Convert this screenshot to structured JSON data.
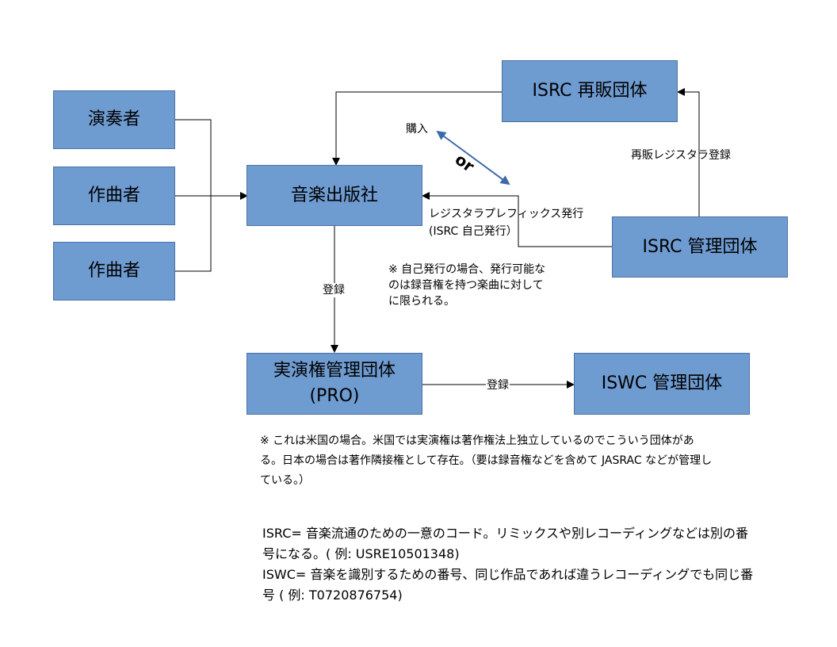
{
  "boxes": {
    "performer": "演奏者",
    "composer1": "作曲者",
    "composer2": "作曲者",
    "publisher": "音楽出版社",
    "isrc_reseller": "ISRC 再販団体",
    "isrc_admin": "ISRC 管理団体",
    "pro_line1": "実演権管理団体",
    "pro_line2": "(PRO)",
    "iswc_admin": "ISWC 管理団体"
  },
  "labels": {
    "purchase": "購入",
    "or": "or",
    "resale_registration": "再販レジスタラ登録",
    "registrar_prefix_line1": "レジスタラプレフィックス発行",
    "registrar_prefix_line2": "(ISRC 自己発行）",
    "registration_down": "登録",
    "registration_right": "登録"
  },
  "notes": {
    "self_issue_line1": "※ 自己発行の場合、発行可能な",
    "self_issue_line2": "のは録音権を持つ楽曲に対して",
    "self_issue_line3": "に限られる。",
    "us_line1": "※ これは米国の場合。米国では実演権は著作権法上独立しているのでこういう団体があ",
    "us_line2": "る。日本の場合は著作隣接権として存在。（要は録音権などを含めて JASRAC などが管理し",
    "us_line3": "ている。）",
    "isrc_line1": "ISRC= 音楽流通のための一意のコード。リミックスや別レコーディングなどは別の番",
    "isrc_line2": "号になる。( 例: USRE10501348)",
    "iswc_line1": "ISWC= 音楽を識別するための番号、同じ作品であれば違うレコーディングでも同じ番",
    "iswc_line2": "号 ( 例: T0720876754)"
  },
  "colors": {
    "box_fill": "#6e9bd0",
    "box_border": "#4a72a6",
    "double_arrow": "#3d6aa8"
  }
}
